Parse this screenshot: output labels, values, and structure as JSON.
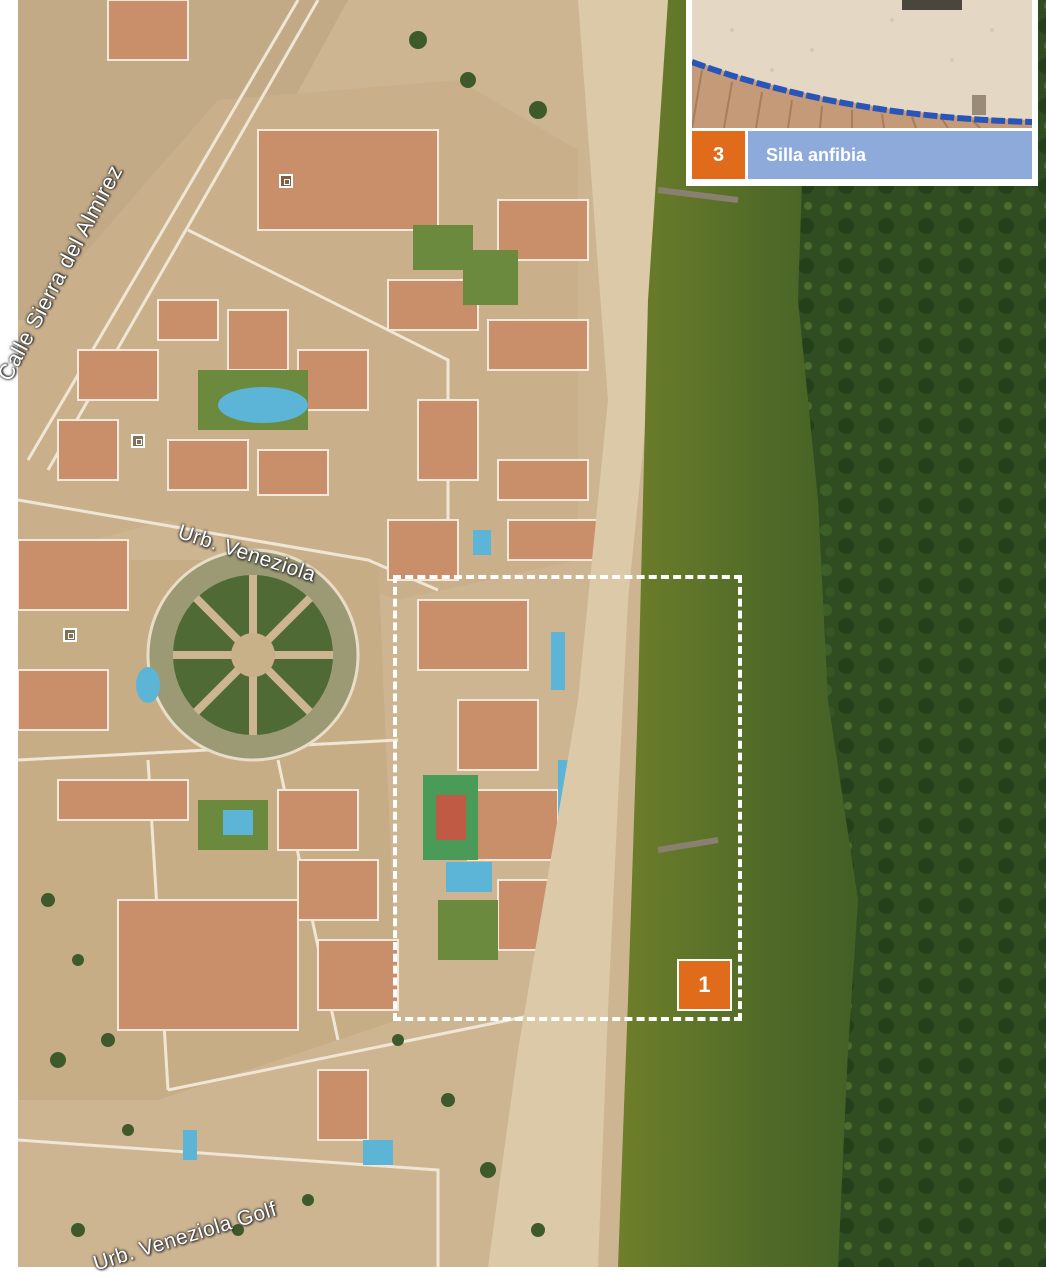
{
  "streets": {
    "calle_sierra": "Calle Sierra del Almirez",
    "urb_veneziola": "Urb. Veneziola",
    "urb_veneziola_golf": "Urb. Veneziola Golf"
  },
  "photo_card": {
    "number": "3",
    "title": "Silla anfibia"
  },
  "zone_marker": {
    "number": "1"
  },
  "colors": {
    "badge_orange": "#e06b1a",
    "title_blue": "#8eaadb",
    "sand": "#d6c2a0",
    "shallow_water": "#7a8a2c",
    "lagoon": "#2d4a1c",
    "dash_outline": "#ffffff"
  },
  "icons": [
    "point-of-interest-icon",
    "point-of-interest-icon",
    "point-of-interest-icon"
  ]
}
